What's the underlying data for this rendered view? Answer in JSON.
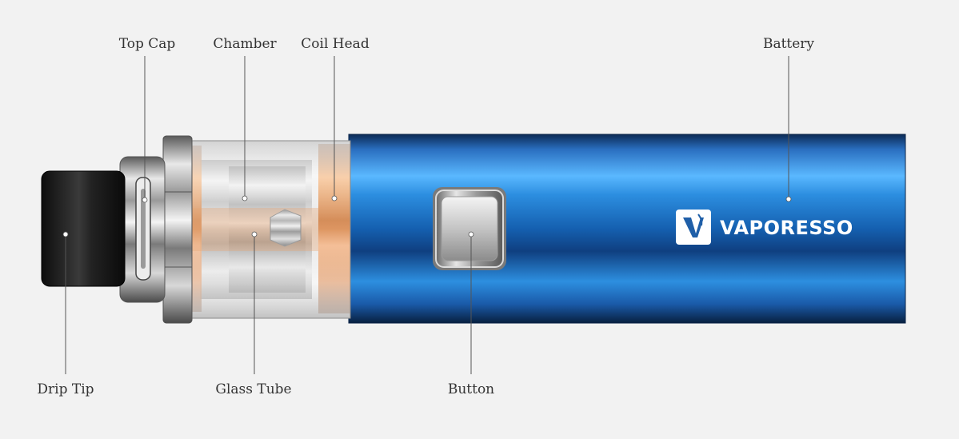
{
  "labels": {
    "top_cap": "Top Cap",
    "chamber": "Chamber",
    "coil_head": "Coil Head",
    "battery": "Battery",
    "drip_tip": "Drip Tip",
    "glass_tube": "Glass Tube",
    "button": "Button"
  },
  "brand": {
    "text": "VAPORESSO",
    "mark": "V"
  },
  "colors": {
    "background": "#f2f2f2",
    "battery_blue": "#2d8fe0",
    "coil_orange": "#e06a10",
    "drip_tip": "#1a1a1a",
    "metal": "#c8c8c8"
  }
}
